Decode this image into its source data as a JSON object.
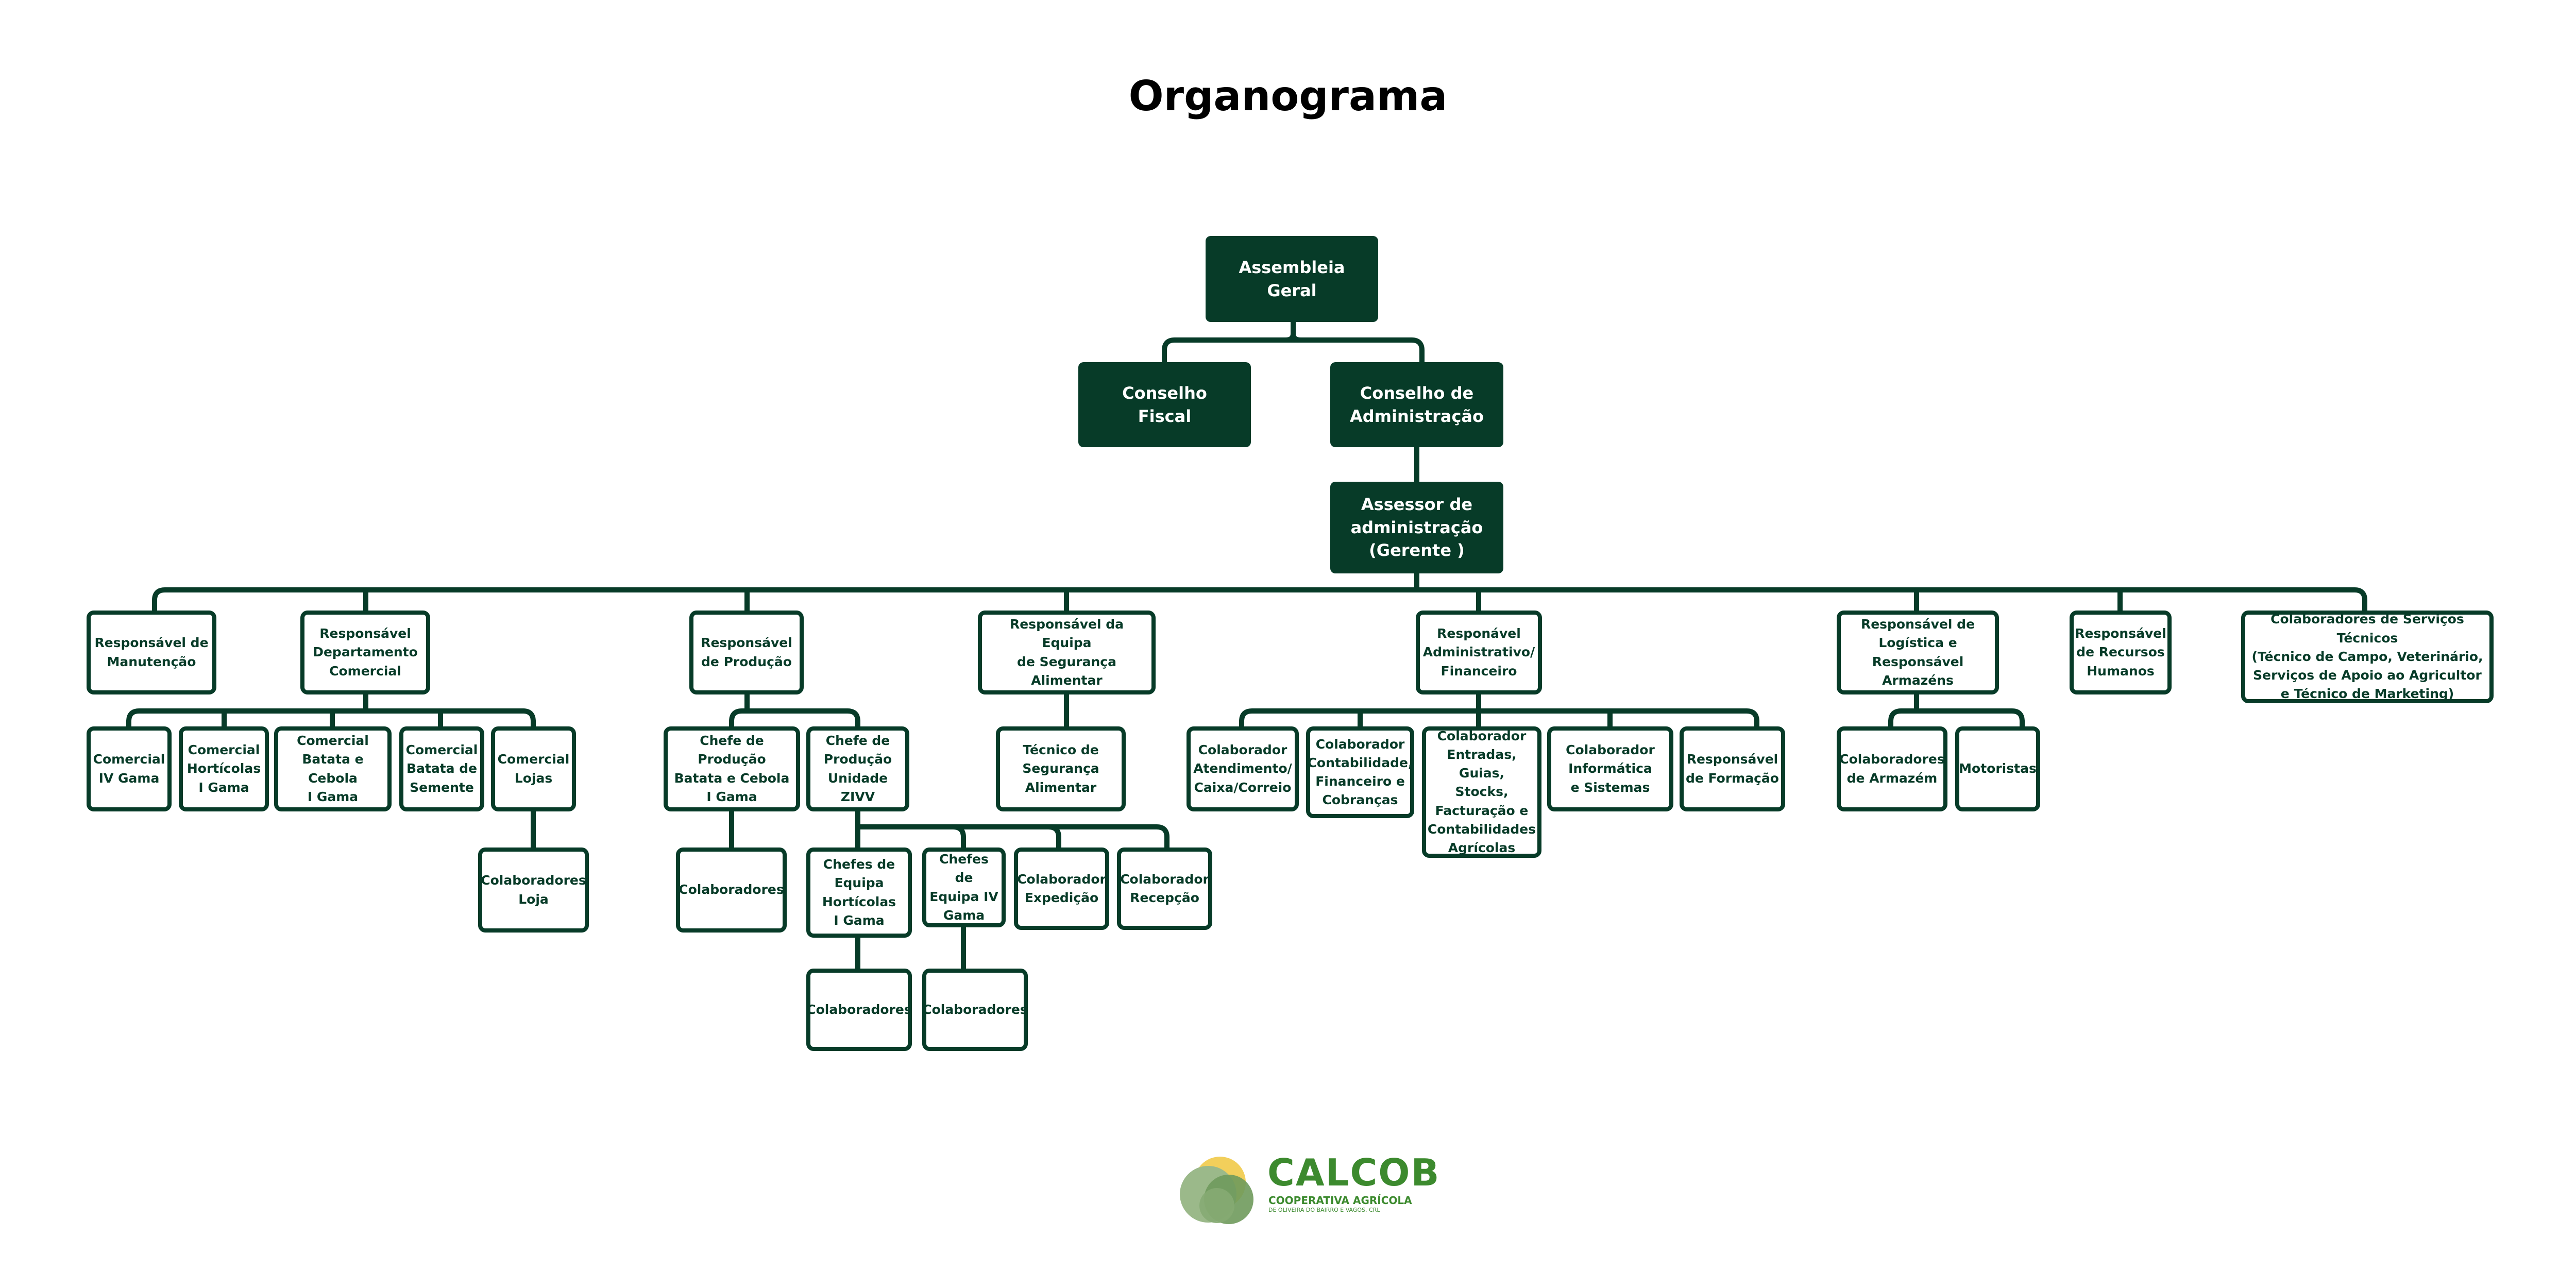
{
  "title": "Organograma",
  "colors": {
    "dark": "#073b28",
    "line": "#073b28",
    "logo_green": "#3c8a2e",
    "logo_yellow": "#f2cf5b"
  },
  "nodes": {
    "assembleia": "Assembleia\nGeral",
    "conselho_fiscal": "Conselho\nFiscal",
    "conselho_admin": "Conselho de\nAdministração",
    "assessor": "Assessor de\nadministração\n(Gerente )",
    "resp_manutencao": "Responsável de\nManutenção",
    "resp_comercial": "Responsável\nDepartamento\nComercial",
    "resp_producao": "Responsável\nde Produção",
    "resp_seguranca": "Responsável da Equipa\nde Segurança Alimentar",
    "resp_admin_fin": "Responável\nAdministrativo/\nFinanceiro",
    "resp_logistica": "Responsável de\nLogística e\nResponsável Armazéns",
    "resp_rh": "Responsável\nde Recursos\nHumanos",
    "colab_servicos": "Colaboradores de Serviços Técnicos\n(Técnico de Campo, Veterinário,\nServiços de Apoio ao Agricultor\ne Técnico de Marketing)",
    "com_iv_gama": "Comercial\nIV Gama",
    "com_horticolas": "Comercial\nHortícolas\nI Gama",
    "com_batata_cebola": "Comercial\nBatata e Cebola\nI Gama",
    "com_batata_semente": "Comercial\nBatata de\nSemente",
    "com_lojas": "Comercial\nLojas",
    "colab_loja": "Colaboradores\nLoja",
    "chefe_prod_batata": "Chefe de Produção\nBatata e Cebola\nI Gama",
    "chefe_prod_zivv": "Chefe de\nProdução\nUnidade ZIVV",
    "colab_prod_batata": "Colaboradores",
    "chefes_horticolas": "Chefes de\nEquipa\nHortícolas\nI Gama",
    "chefes_iv_gama": "Chefes de\nEquipa IV\nGama",
    "colab_expedicao": "Colaborador\nExpedição",
    "colab_recepcao": "Colaborador\nRecepção",
    "colab_horticolas": "Colaboradores",
    "colab_iv_gama": "Colaboradores",
    "tecnico_seguranca": "Técnico de\nSegurança\nAlimentar",
    "colab_atendimento": "Colaborador\nAtendimento/\nCaixa/Correio",
    "colab_contabilidade": "Colaborador\nContabilidade,\nFinanceiro e\nCobranças",
    "colab_entradas": "Colaborador\nEntradas, Guias,\nStocks,\nFacturação e\nContabilidades\nAgrícolas",
    "colab_informatica": "Colaborador\nInformática\ne Sistemas",
    "resp_formacao": "Responsável\nde Formação",
    "colab_armazem": "Colaboradores\nde Armazém",
    "motoristas": "Motoristas"
  },
  "logo": {
    "wordmark": "CALCOB",
    "line1": "COOPERATIVA AGRÍCOLA",
    "line2": "DE OLIVEIRA DO BAIRRO E VAGOS, CRL"
  }
}
